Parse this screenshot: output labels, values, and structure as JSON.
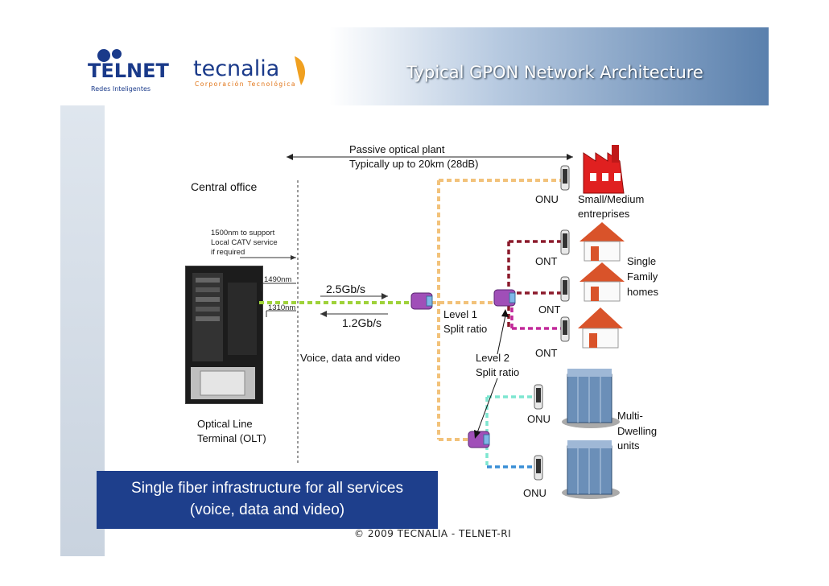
{
  "title": "Typical GPON Network Architecture",
  "logos": {
    "telnet": "TELNET",
    "telnet_sub": "Redes Inteligentes",
    "tecnalia": "tecnalia",
    "tecnalia_sub": "Corporación Tecnológica"
  },
  "diagram": {
    "passive_plant": "Passive optical plant",
    "passive_plant_sub": "Typically up to 20km (28dB)",
    "central_office": "Central office",
    "catv_note": [
      "1500nm to support",
      "Local CATV service",
      " if required"
    ],
    "wl_1490": "1490nm",
    "wl_1310": "1310nm",
    "down_rate": "2.5Gb/s",
    "up_rate": "1.2Gb/s",
    "services": "Voice, data and video",
    "level1": "Level 1",
    "split_ratio_1": "Split ratio",
    "level2": "Level 2",
    "split_ratio_2": "Split ratio",
    "olt_line1": "Optical Line",
    "olt_line2": "Terminal (OLT)",
    "onu_top": "ONU",
    "sme_1": "Small/Medium",
    "sme_2": "entreprises",
    "ont_1": "ONT",
    "ont_2": "ONT",
    "ont_3": "ONT",
    "sfh_1": "Single",
    "sfh_2": "Family",
    "sfh_3": "homes",
    "onu_mdu1": "ONU",
    "onu_mdu2": "ONU",
    "mdu_1": "Multi-",
    "mdu_2": "Dwelling",
    "mdu_3": "units"
  },
  "banner": "Single fiber infrastructure for all services\n(voice, data and video)",
  "footer": "© 2009 TECNALIA - TELNET-RI",
  "colors": {
    "banner": "#1e3f8c",
    "fiber_main": "#f2c27a",
    "fiber_olt": "#9fd23a",
    "ont_red": "#8b1a2b",
    "ont_magenta": "#c2289a",
    "mdu_cyan": "#7de6d0",
    "mdu_blue": "#3a8fd6"
  }
}
